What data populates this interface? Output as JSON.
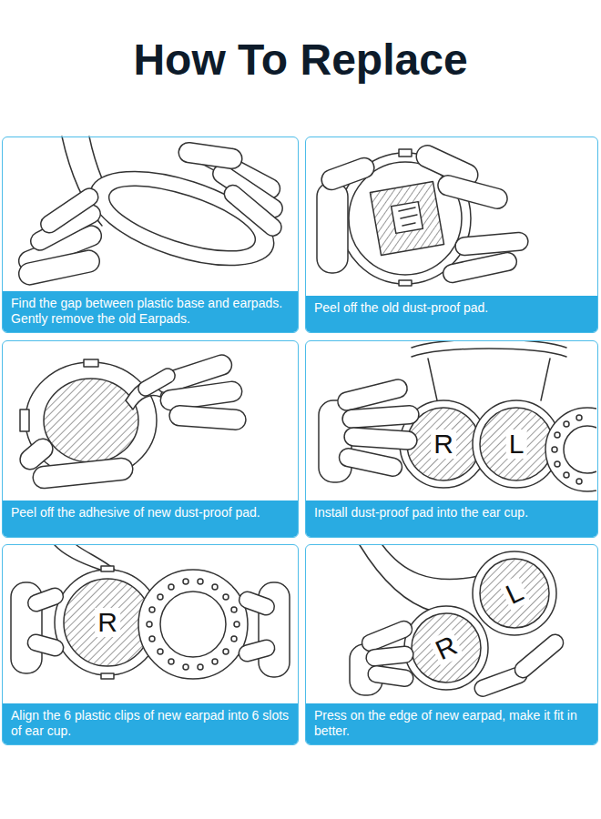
{
  "diagram": {
    "title": "How To Replace",
    "nodes": [
      {
        "text": [
          "Find the gap between plastic base and earpads. Gently remove the old Earpads."
        ]
      },
      {
        "text": [
          "Peel off the old dust-proof pad."
        ]
      },
      {
        "text": [
          "Peel off the adhesive of new dust-proof pad."
        ]
      },
      {
        "text": [
          "Install dust-proof pad into the ear cup."
        ]
      },
      {
        "text": [
          "Align the 6 plastic clips of new earpad into 6 slots of ear cup."
        ]
      },
      {
        "text": [
          "Press on the edge of new earpad, make it fit in better."
        ]
      }
    ],
    "labels": [
      "R",
      "L",
      "R",
      "R",
      "L"
    ]
  }
}
